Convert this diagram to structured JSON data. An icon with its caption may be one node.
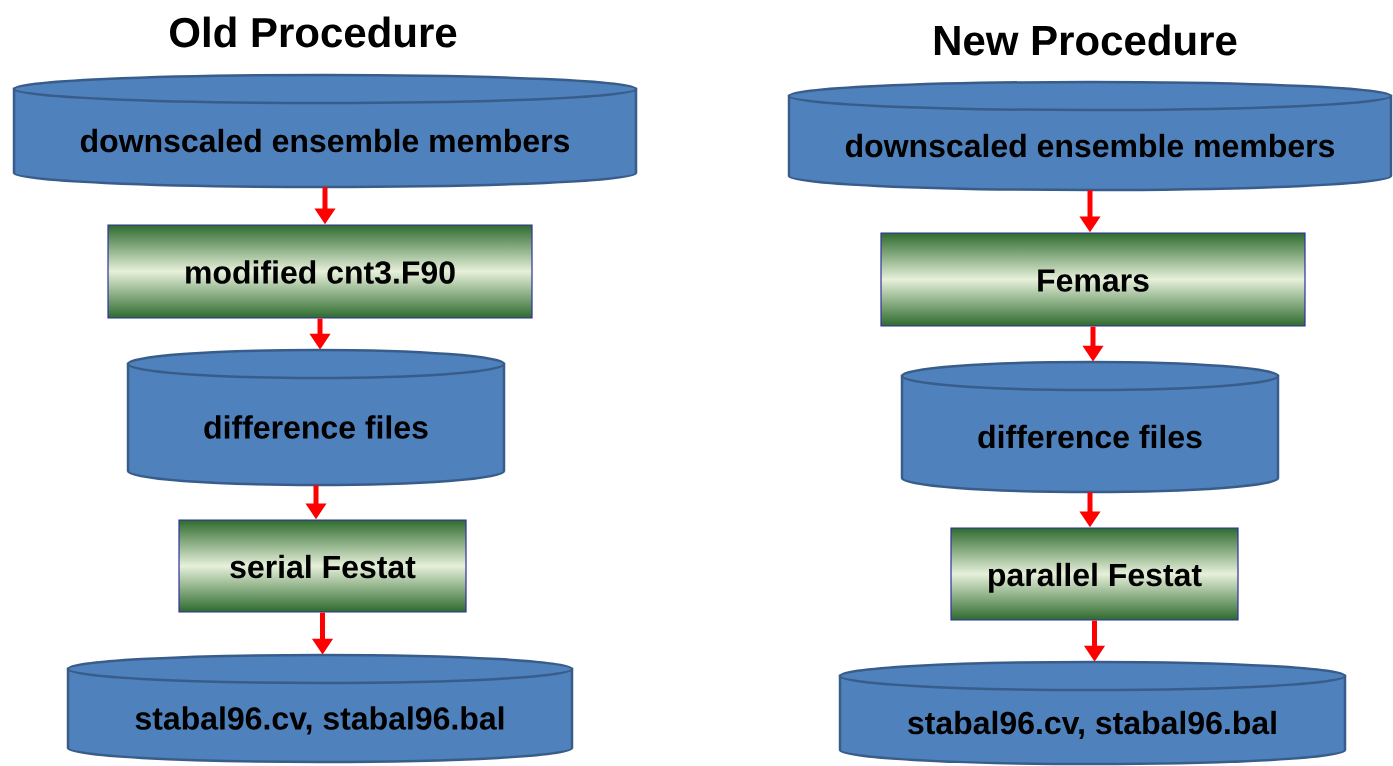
{
  "diagram": {
    "nodes": [
      {
        "text": [
          "downscaled ensemble members"
        ]
      },
      {
        "text": [
          "modified cnt3.F90"
        ]
      },
      {
        "text": [
          "difference files"
        ]
      },
      {
        "text": [
          "serial Festat"
        ]
      },
      {
        "text": [
          "stabal96.cv, stabal96.bal"
        ]
      },
      {
        "text": [
          "downscaled ensemble members"
        ]
      },
      {
        "text": [
          "Femars"
        ]
      },
      {
        "text": [
          "difference files"
        ]
      },
      {
        "text": [
          "parallel Festat"
        ]
      },
      {
        "text": [
          "stabal96.cv, stabal96.bal"
        ]
      }
    ],
    "edges": [
      {
        "from": 0,
        "to": 1,
        "arrow": "to"
      },
      {
        "from": 1,
        "to": 2,
        "arrow": "to"
      },
      {
        "from": 2,
        "to": 3,
        "arrow": "to"
      },
      {
        "from": 3,
        "to": 4,
        "arrow": "to"
      },
      {
        "from": 5,
        "to": 6,
        "arrow": "to"
      },
      {
        "from": 6,
        "to": 7,
        "arrow": "to"
      },
      {
        "from": 7,
        "to": 8,
        "arrow": "to"
      },
      {
        "from": 8,
        "to": 9,
        "arrow": "to"
      }
    ],
    "labels": [
      "Old Procedure",
      "New Procedure"
    ]
  }
}
